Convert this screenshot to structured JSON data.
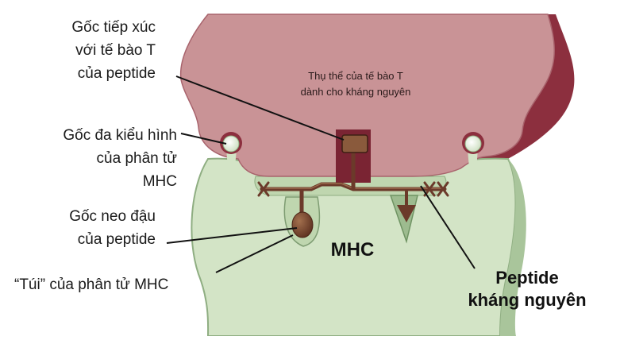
{
  "labels": {
    "tcr_contact": [
      "Gốc tiếp xúc",
      "với tế bào T",
      "của peptide"
    ],
    "polymorphic": [
      "Gốc đa kiểu hình",
      "của phân tử",
      "MHC"
    ],
    "anchor": [
      "Gốc neo đậu",
      "của peptide"
    ],
    "pocket": "“Túi” của phân tử MHC",
    "tcr": [
      "Thụ thể của tế bào T",
      "dành cho kháng nguyên"
    ],
    "mhc": "MHC",
    "peptide": [
      "Peptide",
      "kháng nguyên"
    ]
  },
  "colors": {
    "tcell_fill": "#c99396",
    "tcell_edge": "#8c2f3e",
    "tcell_dark": "#7a2433",
    "mhc_fill": "#d3e4c6",
    "mhc_shadow": "#a9c59b",
    "mhc_edge": "#6f9363",
    "peptide": "#6b3a2a",
    "peptide_light": "#9a6a4c"
  }
}
